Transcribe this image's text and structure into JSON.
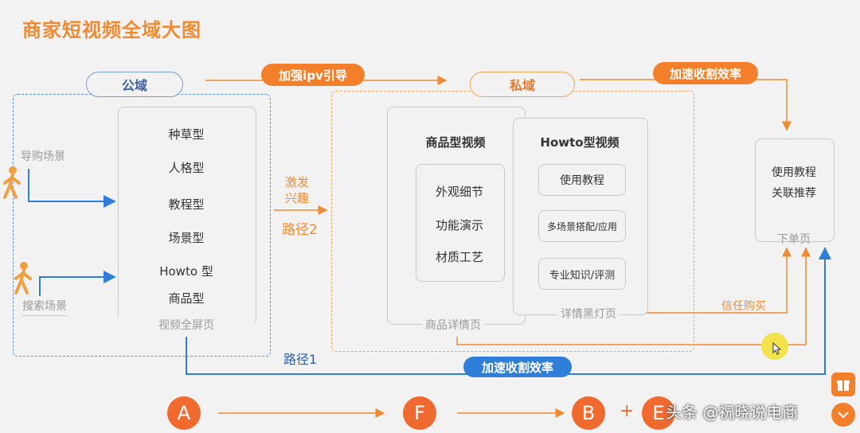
{
  "title": "商家短视频全域大图",
  "public_domain": {
    "label": "公域",
    "scene_guide": "导购场景",
    "scene_search": "搜索场景",
    "types": [
      "种草型",
      "人格型",
      "教程型",
      "场景型",
      "Howto 型",
      "商品型"
    ],
    "page_label": "视频全屏页"
  },
  "strengthen_ipv": "加强ipv引导",
  "stimulate_interest": [
    "激发",
    "兴趣"
  ],
  "path2": "路径2",
  "private_domain": {
    "label": "私域",
    "product_video": {
      "title": "商品型视频",
      "items": [
        "外观细节",
        "功能演示",
        "材质工艺"
      ],
      "page_label": "商品详情页"
    },
    "howto_video": {
      "title": "Howto型视频",
      "items": [
        "使用教程",
        "多场景搭配/应用",
        "专业知识/评测"
      ],
      "page_label": "详情黑灯页"
    }
  },
  "accelerate_top": "加速收割效率",
  "order_page": {
    "lines": [
      "使用教程",
      "关联推荐"
    ],
    "page_label": "下单页"
  },
  "trust_purchase": "信任购买",
  "path1": "路径1",
  "accelerate_bottom": "加速收割效率",
  "flow": [
    "A",
    "F",
    "B",
    "+",
    "E"
  ],
  "watermark": "头条 @祝晓说电商",
  "colors": {
    "orange": "#f47f2a",
    "blue": "#2f7fd8",
    "title": "#f08a32"
  }
}
